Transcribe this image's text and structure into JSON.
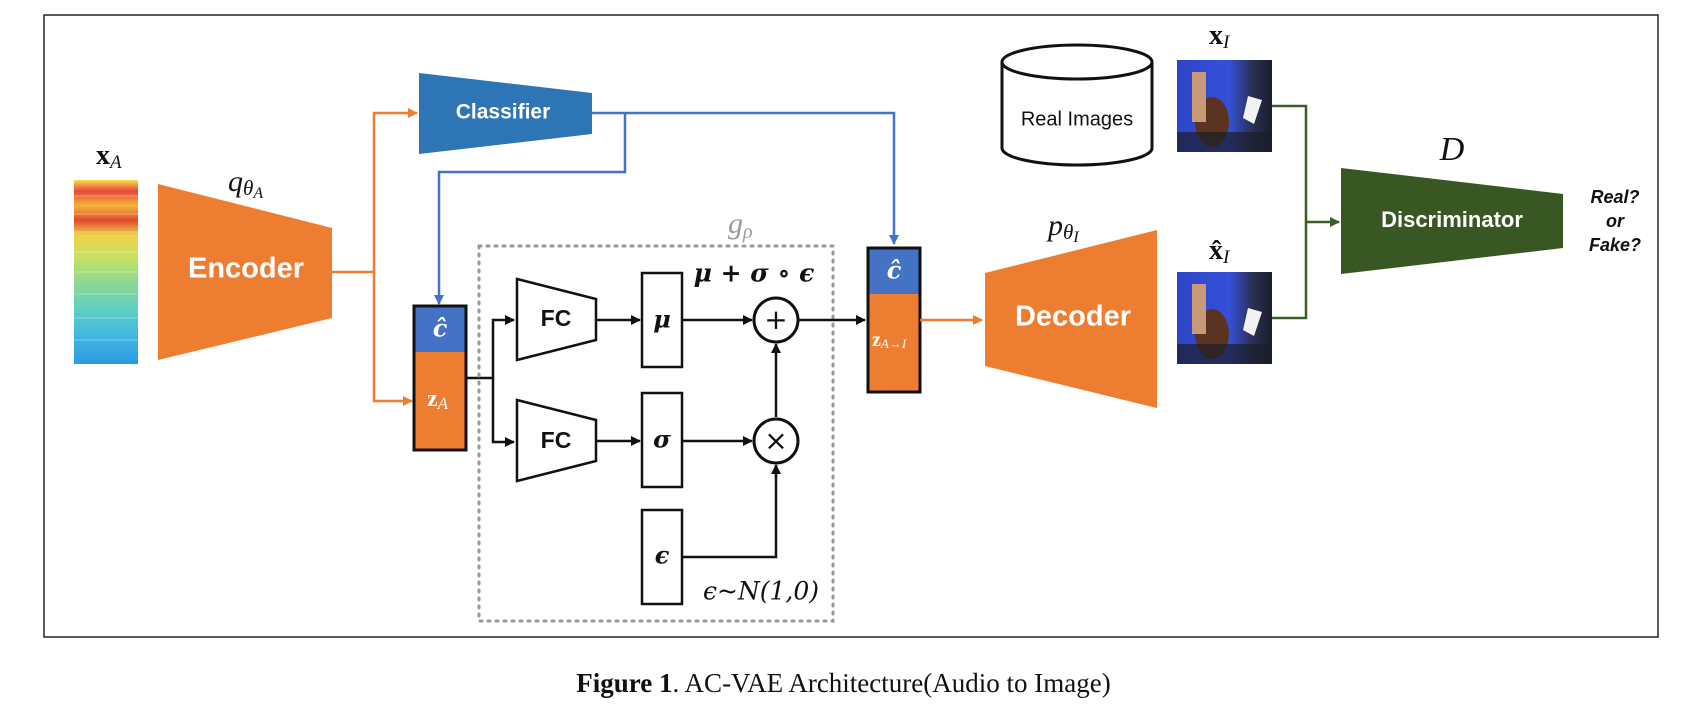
{
  "figure": {
    "caption_label": "Figure 1",
    "caption_text": ". AC-VAE Architecture(Audio to Image)"
  },
  "nodes": {
    "x_a": {
      "label": "x",
      "sub": "A"
    },
    "encoder": {
      "label": "Encoder",
      "param": "q",
      "param_sub": "θ",
      "param_subsub": "A"
    },
    "classifier": {
      "label": "Classifier"
    },
    "latent_left": {
      "top": "ĉ",
      "bottom": "z",
      "bottom_sub": "A"
    },
    "g_rho": {
      "label": "g",
      "sub": "ρ"
    },
    "fc_top": {
      "label": "FC"
    },
    "fc_bottom": {
      "label": "FC"
    },
    "mu": {
      "label": "μ"
    },
    "sigma": {
      "label": "σ"
    },
    "epsilon": {
      "label": "ϵ"
    },
    "plus": {
      "label": "+"
    },
    "times": {
      "label": "×"
    },
    "reparam_formula": {
      "label": "μ + σ ∘ ϵ"
    },
    "eps_dist": {
      "label": "ϵ~N(1,0)"
    },
    "latent_right": {
      "top": "ĉ",
      "bottom": "z",
      "bottom_sub": "A→I"
    },
    "decoder": {
      "label": "Decoder",
      "param": "p",
      "param_sub": "θ",
      "param_subsub": "I"
    },
    "real_images": {
      "label": "Real Images"
    },
    "x_i": {
      "label": "x",
      "sub": "I"
    },
    "x_i_hat": {
      "label": "x̂",
      "sub": "I"
    },
    "discriminator": {
      "label": "Discriminator",
      "param": "D"
    },
    "output": {
      "line1": "Real?",
      "line2": "or",
      "line3": "Fake?"
    }
  },
  "colors": {
    "orange": "#ED7D31",
    "blue": "#2E75B6",
    "arrow_blue": "#4472C4",
    "green": "#385723",
    "dark_green": "#3B5F28",
    "black": "#111111",
    "gray_dotted": "#999999"
  }
}
